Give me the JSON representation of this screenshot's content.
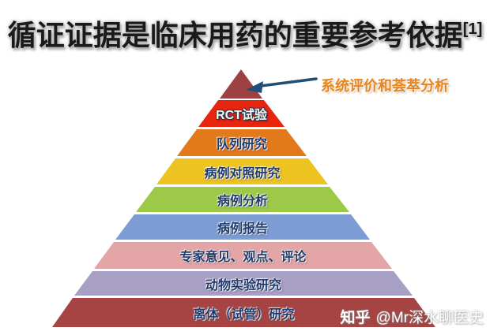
{
  "slide": {
    "title": "循证证据是临床用药的重要参考依据",
    "title_citation": "[1]",
    "title_color": "#1a1a1a"
  },
  "annotation": {
    "label": "系统评价和荟萃分析",
    "label_color": "#E8851E",
    "arrow_color": "#1F4E79"
  },
  "pyramid": {
    "default_text_color": "#1E3A6E",
    "levels": [
      {
        "rank": 1,
        "label": "",
        "color": "#9E4143"
      },
      {
        "rank": 2,
        "label": "RCT试验",
        "color": "#E8250F",
        "text_color": "#FFF6D8"
      },
      {
        "rank": 3,
        "label": "队列研究",
        "color": "#E2791B"
      },
      {
        "rank": 4,
        "label": "病例对照研究",
        "color": "#EDC31F"
      },
      {
        "rank": 5,
        "label": "病例分析",
        "color": "#9CC948"
      },
      {
        "rank": 6,
        "label": "病例报告",
        "color": "#7C9CD3"
      },
      {
        "rank": 7,
        "label": "专家意见、观点、评论",
        "color": "#E3A5A5"
      },
      {
        "rank": 8,
        "label": "动物实验研究",
        "color": "#A89FC5"
      },
      {
        "rank": 9,
        "label": "离体（试管）研究",
        "color": "#A64444"
      }
    ]
  },
  "watermark": {
    "brand": "知乎",
    "handle": "@Mr深水聊医史",
    "color": "#FFFFFF"
  }
}
